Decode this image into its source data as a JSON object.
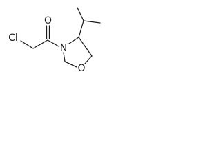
{
  "molecule": {
    "atoms": {
      "oxygen_carbonyl": "O",
      "chlorine": "Cl",
      "nitrogen": "N",
      "oxygen_ring": "O"
    },
    "colors": {
      "ink": "#1a1a1a",
      "background": "#ffffff"
    }
  }
}
